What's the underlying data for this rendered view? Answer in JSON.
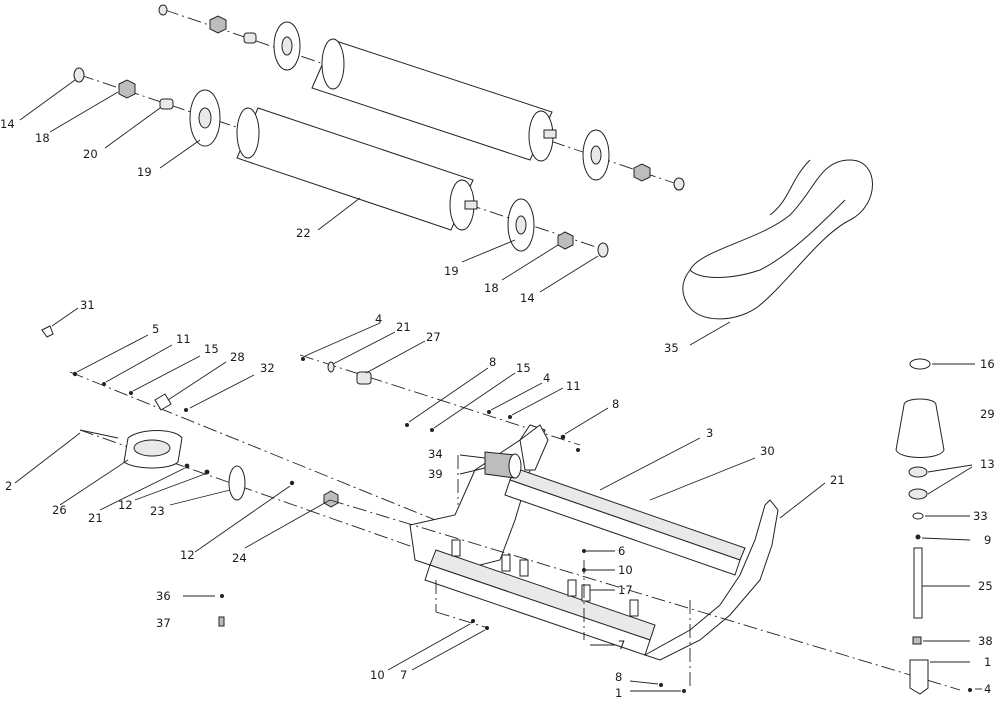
{
  "drawing": {
    "type": "exploded-parts-diagram",
    "assemblies": [
      "rollers",
      "belt",
      "frame",
      "spindle"
    ]
  },
  "callouts": [
    {
      "id": "c-14-top",
      "text": "14"
    },
    {
      "id": "c-18-top",
      "text": "18"
    },
    {
      "id": "c-20",
      "text": "20"
    },
    {
      "id": "c-19-top",
      "text": "19"
    },
    {
      "id": "c-22",
      "text": "22"
    },
    {
      "id": "c-19-bot",
      "text": "19"
    },
    {
      "id": "c-18-bot",
      "text": "18"
    },
    {
      "id": "c-14-bot",
      "text": "14"
    },
    {
      "id": "c-35",
      "text": "35"
    },
    {
      "id": "c-31",
      "text": "31"
    },
    {
      "id": "c-5-left",
      "text": "5"
    },
    {
      "id": "c-11-left",
      "text": "11"
    },
    {
      "id": "c-15-left",
      "text": "15"
    },
    {
      "id": "c-28",
      "text": "28"
    },
    {
      "id": "c-32",
      "text": "32"
    },
    {
      "id": "c-4-top",
      "text": "4"
    },
    {
      "id": "c-21-top",
      "text": "21"
    },
    {
      "id": "c-27",
      "text": "27"
    },
    {
      "id": "c-8-mid",
      "text": "8"
    },
    {
      "id": "c-15-mid",
      "text": "15"
    },
    {
      "id": "c-4-mid",
      "text": "4"
    },
    {
      "id": "c-11-mid",
      "text": "11"
    },
    {
      "id": "c-8-right",
      "text": "8"
    },
    {
      "id": "c-3",
      "text": "3"
    },
    {
      "id": "c-30",
      "text": "30"
    },
    {
      "id": "c-34",
      "text": "34"
    },
    {
      "id": "c-39",
      "text": "39"
    },
    {
      "id": "c-2",
      "text": "2"
    },
    {
      "id": "c-26",
      "text": "26"
    },
    {
      "id": "c-21-left",
      "text": "21"
    },
    {
      "id": "c-12-a",
      "text": "12"
    },
    {
      "id": "c-23",
      "text": "23"
    },
    {
      "id": "c-12-b",
      "text": "12"
    },
    {
      "id": "c-24",
      "text": "24"
    },
    {
      "id": "c-21-right",
      "text": "21"
    },
    {
      "id": "c-6",
      "text": "6"
    },
    {
      "id": "c-10-mid",
      "text": "10"
    },
    {
      "id": "c-17",
      "text": "17"
    },
    {
      "id": "c-7-mid",
      "text": "7"
    },
    {
      "id": "c-36",
      "text": "36"
    },
    {
      "id": "c-37",
      "text": "37"
    },
    {
      "id": "c-10-bot",
      "text": "10"
    },
    {
      "id": "c-7-bot",
      "text": "7"
    },
    {
      "id": "c-8-bot",
      "text": "8"
    },
    {
      "id": "c-1-bot",
      "text": "1"
    },
    {
      "id": "c-16",
      "text": "16"
    },
    {
      "id": "c-29",
      "text": "29"
    },
    {
      "id": "c-13",
      "text": "13"
    },
    {
      "id": "c-33",
      "text": "33"
    },
    {
      "id": "c-9",
      "text": "9"
    },
    {
      "id": "c-25",
      "text": "25"
    },
    {
      "id": "c-38",
      "text": "38"
    },
    {
      "id": "c-1-right",
      "text": "1"
    },
    {
      "id": "c-4-right",
      "text": "4"
    }
  ]
}
